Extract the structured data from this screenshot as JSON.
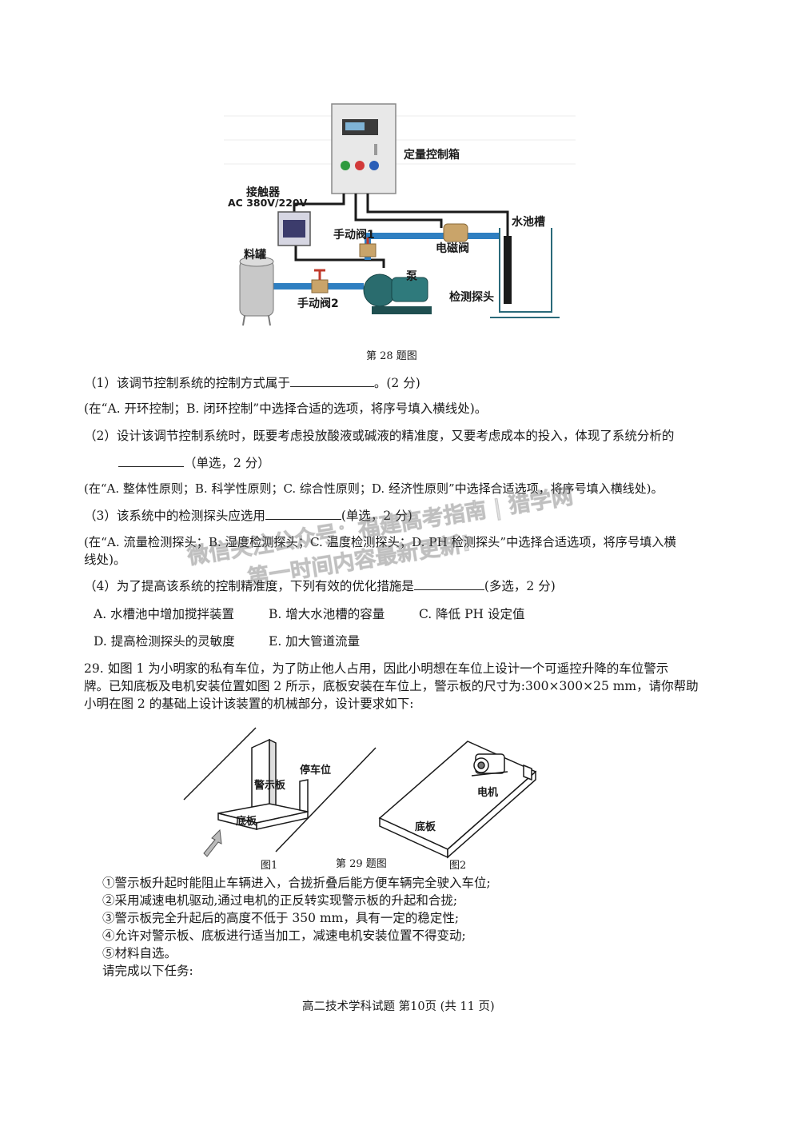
{
  "figure28": {
    "labels": {
      "control_box": "定量控制箱",
      "contactor": "接触器",
      "contactor_voltage": "AC 380V/220V",
      "manual_valve_1": "手动阀1",
      "solenoid_valve": "电磁阀",
      "pool": "水池槽",
      "tank": "料罐",
      "pump": "泵",
      "manual_valve_2": "手动阀2",
      "probe": "检测探头"
    },
    "caption": "第 28 题图"
  },
  "q1": {
    "text": "（1）该调节控制系统的控制方式属于",
    "suffix": "。(2 分)",
    "options_note": "(在“A. 开环控制；B. 闭环控制”中选择合适的选项，将序号填入横线处)。"
  },
  "q2": {
    "text": "（2）设计该调节控制系统时，既要考虑投放酸液或碱液的精准度，又要考虑成本的投入，体现了系统分析的",
    "suffix": "（单选，2 分）",
    "options_note": "(在“A. 整体性原则；B. 科学性原则；C. 综合性原则；D. 经济性原则”中选择合适选项，将序号填入横线处)。"
  },
  "q3": {
    "text": "（3）该系统中的检测探头应选用",
    "suffix": "(单选，2 分)",
    "options_note_1": "(在“A. 流量检测探头；B. 湿度检测探头；C. 温度检测探头；D. PH 检测探头”中选择合适选项，将序号填入横",
    "options_note_2": "线处)。"
  },
  "q4": {
    "text": "（4）为了提高该系统的控制精准度，下列有效的优化措施是",
    "suffix": "(多选，2 分)",
    "options": [
      "A. 水槽池中增加搅拌装置",
      "B. 增大水池槽的容量",
      "C. 降低 PH 设定值",
      "D. 提高检测探头的灵敏度",
      "E. 加大管道流量"
    ]
  },
  "watermark": {
    "line1": "微信关注公众号：福建高考指南 | 猎学网",
    "line2": "第一时间内容最新更新!"
  },
  "q29": {
    "line1": "29.  如图 1 为小明家的私有车位，为了防止他人占用，因此小明想在车位上设计一个可遥控升降的车位警示",
    "line2": "牌。已知底板及电机安装位置如图 2 所示，底板安装在车位上，警示板的尺寸为:300×300×25 mm，请你帮助",
    "line3": "小明在图 2 的基础上设计该装置的机械部分，设计要求如下:"
  },
  "figure29": {
    "parking": "停车位",
    "warning_board": "警示板",
    "base_board_1": "底板",
    "motor": "电机",
    "base_board_2": "底板",
    "fig1": "图1",
    "caption": "第 29 题图",
    "fig2": "图2"
  },
  "requirements": [
    "①警示板升起时能阻止车辆进入，合拢折叠后能方便车辆完全驶入车位;",
    "②采用减速电机驱动,通过电机的正反转实现警示板的升起和合拢;",
    "③警示板完全升起后的高度不低于 350 mm，具有一定的稳定性;",
    "④允许对警示板、底板进行适当加工，减速电机安装位置不得变动;",
    "⑤材料自选。",
    "请完成以下任务:"
  ],
  "footer": "高二技术学科试题   第10页 (共 11 页)"
}
